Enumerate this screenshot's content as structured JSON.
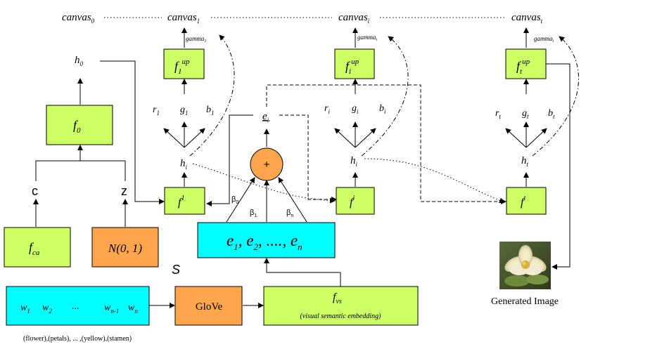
{
  "colors": {
    "green": "#ccff66",
    "cyan": "#00ffff",
    "orange": "#ffa64d"
  },
  "canvases": {
    "c0": {
      "base": "canvas",
      "sub": "0"
    },
    "c1": {
      "base": "canvas",
      "sub": "1"
    },
    "ci": {
      "base": "canvas",
      "sub": "i"
    },
    "ct": {
      "base": "canvas",
      "sub": "t"
    }
  },
  "gamma": {
    "g1": {
      "base": "gamma",
      "sub": "1"
    },
    "gi": {
      "base": "gamma",
      "sub": "i"
    },
    "gt": {
      "base": "gamma",
      "sub": "t"
    }
  },
  "up_boxes": {
    "u1": {
      "base": "f",
      "sub": "1",
      "sup": "up"
    },
    "ui": {
      "base": "f",
      "sub": "i",
      "sup": "up"
    },
    "ut": {
      "base": "f",
      "sub": "t",
      "sup": "up"
    }
  },
  "rgb": {
    "s1": {
      "r": "r",
      "g": "g",
      "b": "b",
      "sub": "1"
    },
    "si": {
      "r": "r",
      "g": "g",
      "b": "b",
      "sub": "i"
    },
    "st": {
      "r": "r",
      "g": "g",
      "b": "b",
      "sub": "t"
    }
  },
  "h": {
    "h0": {
      "base": "h",
      "sub": "0"
    },
    "h1": {
      "base": "h",
      "sub": "i"
    },
    "h2": {
      "base": "h",
      "sub": "i"
    },
    "h3": {
      "base": "h",
      "sub": "t"
    }
  },
  "f0": {
    "base": "f",
    "sub": "0"
  },
  "fstage": {
    "s1": {
      "base": "f",
      "sup": "1"
    },
    "si": {
      "base": "f",
      "sup": "i"
    },
    "st": {
      "base": "f",
      "sup": "t"
    }
  },
  "c_label": "c",
  "z_label": "z",
  "fca": {
    "base": "f",
    "sub": "ca"
  },
  "noise": "N(0, 1)",
  "e_i": {
    "base": "e",
    "sub": "i"
  },
  "plus": "+",
  "betas": {
    "b0": {
      "base": "β",
      "sub": "0"
    },
    "b1": {
      "base": "β",
      "sub": "1"
    },
    "bn": {
      "base": "β",
      "sub": "n"
    }
  },
  "embed": {
    "e1": {
      "base": "e",
      "sub": "1"
    },
    "e2": {
      "base": "e",
      "sub": "2"
    },
    "dots": ", ....,",
    "en": {
      "base": "e",
      "sub": "n"
    }
  },
  "s_label": "S",
  "words": {
    "w1": {
      "base": "w",
      "sub": "1"
    },
    "w2": {
      "base": "w",
      "sub": "2"
    },
    "dots": "...",
    "wn1": {
      "base": "w",
      "sub": "n-1"
    },
    "wn": {
      "base": "w",
      "sub": "n"
    }
  },
  "glove": "GloVe",
  "fvs": {
    "base": "f",
    "sub": "vs",
    "caption": "(visual semantic embedding)"
  },
  "tokens": "(flower),(petals), ... ,(yellow),(stamen)",
  "generated_caption": "Generated Image"
}
